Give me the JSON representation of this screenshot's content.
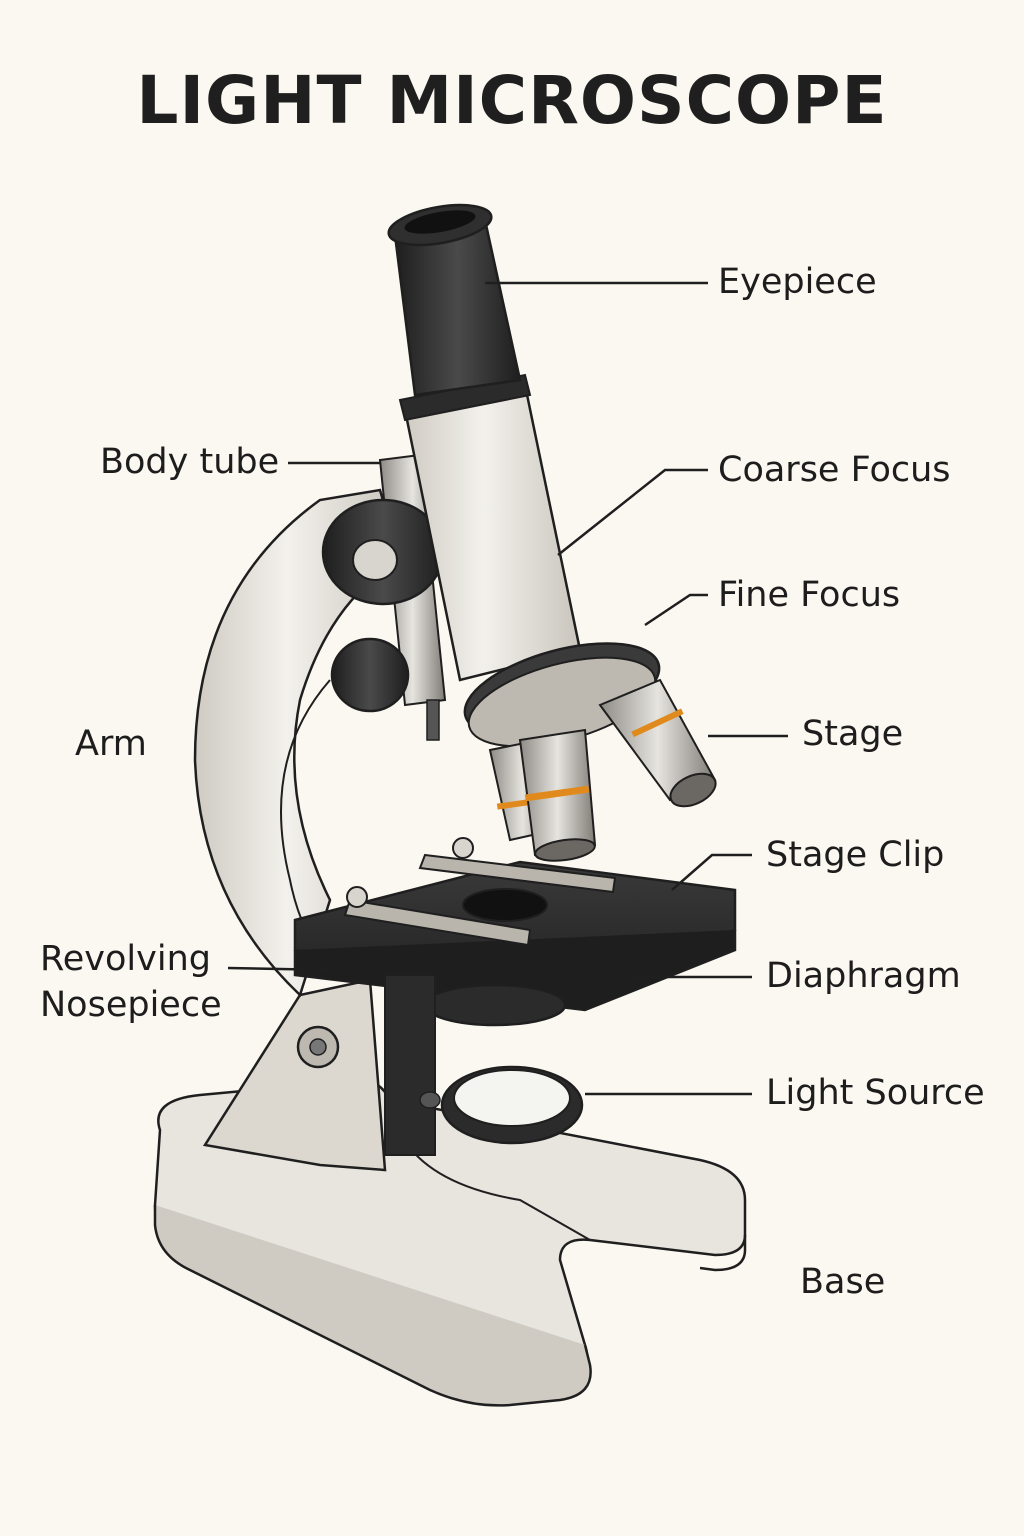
{
  "title": "LIGHT MICROSCOPE",
  "labels": {
    "eyepiece": "Eyepiece",
    "body_tube": "Body tube",
    "coarse_focus": "Coarse Focus",
    "fine_focus": "Fine Focus",
    "arm": "Arm",
    "stage": "Stage",
    "stage_clip": "Stage Clip",
    "revolving_nosepiece_line1": "Revolving",
    "revolving_nosepiece_line2": "Nosepiece",
    "diaphragm": "Diaphragm",
    "light_source": "Light Source",
    "base": "Base"
  },
  "colors": {
    "background": "#fbf8f1",
    "body": "#e4e1da",
    "dark_part": "#2b2b2b",
    "accent_ring": "#e08a1e",
    "outline": "#1f1f1f"
  }
}
